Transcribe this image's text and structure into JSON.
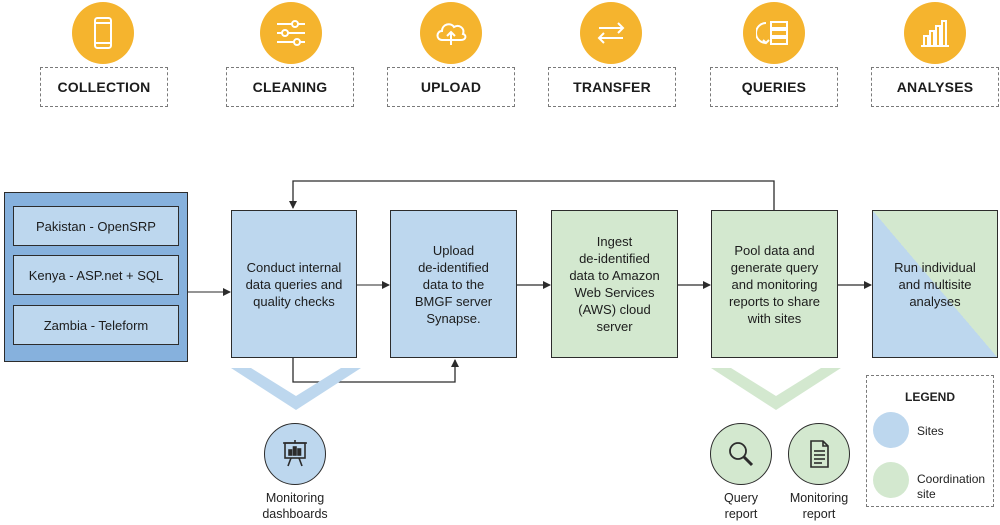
{
  "stages": [
    {
      "label": "COLLECTION",
      "icon": "smartphone-icon"
    },
    {
      "label": "CLEANING",
      "icon": "sliders-icon"
    },
    {
      "label": "UPLOAD",
      "icon": "cloud-upload-icon"
    },
    {
      "label": "TRANSFER",
      "icon": "transfer-arrows-icon"
    },
    {
      "label": "QUERIES",
      "icon": "query-list-icon"
    },
    {
      "label": "ANALYSES",
      "icon": "bar-chart-icon"
    }
  ],
  "sites": [
    "Pakistan - OpenSRP",
    "Kenya - ASP.net + SQL",
    "Zambia - Teleform"
  ],
  "flow": {
    "cleaning": "Conduct internal\ndata queries and\nquality checks",
    "upload": "Upload\nde-identified\ndata to the\nBMGF server\nSynapse.",
    "transfer": "Ingest\nde-identified\ndata to Amazon\nWeb Services\n(AWS) cloud\nserver",
    "queries": "Pool data and\ngenerate query\nand monitoring\nreports to share\nwith sites",
    "analyses": "Run individual\nand multisite\nanalyses"
  },
  "outputs": {
    "monitoring_dashboards": "Monitoring\ndashboards",
    "query_report": "Query\nreport",
    "monitoring_report": "Monitoring\nreport"
  },
  "legend": {
    "title": "LEGEND",
    "sites": "Sites",
    "coordination": "Coordination\nsite"
  },
  "colors": {
    "stage_icon": "#f5b42e",
    "site_fill": "#bdd7ee",
    "site_dark": "#86b1dd",
    "coord_fill": "#d3e8cf"
  }
}
